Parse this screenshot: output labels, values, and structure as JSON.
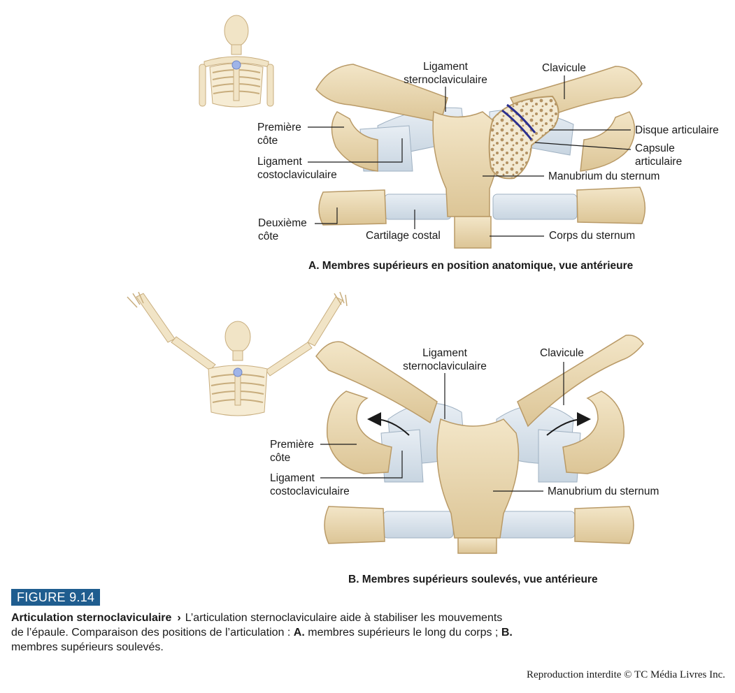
{
  "panel_a": {
    "labels": {
      "ligament_sterno": [
        "Ligament",
        "sternoclaviculaire"
      ],
      "clavicule": "Clavicule",
      "premiere_cote": [
        "Première",
        "côte"
      ],
      "disque": "Disque articulaire",
      "capsule": [
        "Capsule",
        "articulaire"
      ],
      "ligament_costo": [
        "Ligament",
        "costoclaviculaire"
      ],
      "manubrium": "Manubrium du sternum",
      "deuxieme_cote": [
        "Deuxième",
        "côte"
      ],
      "cartilage": "Cartilage costal",
      "corps": "Corps du sternum"
    },
    "subtitle": "A. Membres supérieurs en position anatomique, vue antérieure"
  },
  "panel_b": {
    "labels": {
      "ligament_sterno": [
        "Ligament",
        "sternoclaviculaire"
      ],
      "clavicule": "Clavicule",
      "premiere_cote": [
        "Première",
        "côte"
      ],
      "ligament_costo": [
        "Ligament",
        "costoclaviculaire"
      ],
      "manubrium": "Manubrium du sternum"
    },
    "subtitle": "B. Membres supérieurs soulevés, vue antérieure"
  },
  "figure": {
    "number": "FIGURE 9.14",
    "caption_title": "Articulation sternoclaviculaire",
    "caption_arrow": "›",
    "caption_1": "L’articulation sternoclaviculaire aide à stabiliser les mouvements de l’épaule. Comparaison des positions de l’articulation :",
    "caption_a_label": "A.",
    "caption_a_text": "membres supérieurs le long du corps ;",
    "caption_b_label": "B.",
    "caption_b_text": "membres supérieurs soulevés."
  },
  "copyright": "Reproduction interdite © TC Média Livres Inc.",
  "colors": {
    "bone": "#ead9b4",
    "bone_edge": "#b99a67",
    "ligament": "#d7e1ea",
    "ligament_edge": "#9fb1c2",
    "marrow": "#f1e6cc",
    "disc": "#2b2f8f",
    "badge": "#1f5d8f",
    "joint_highlight": "#9fb4e8"
  }
}
